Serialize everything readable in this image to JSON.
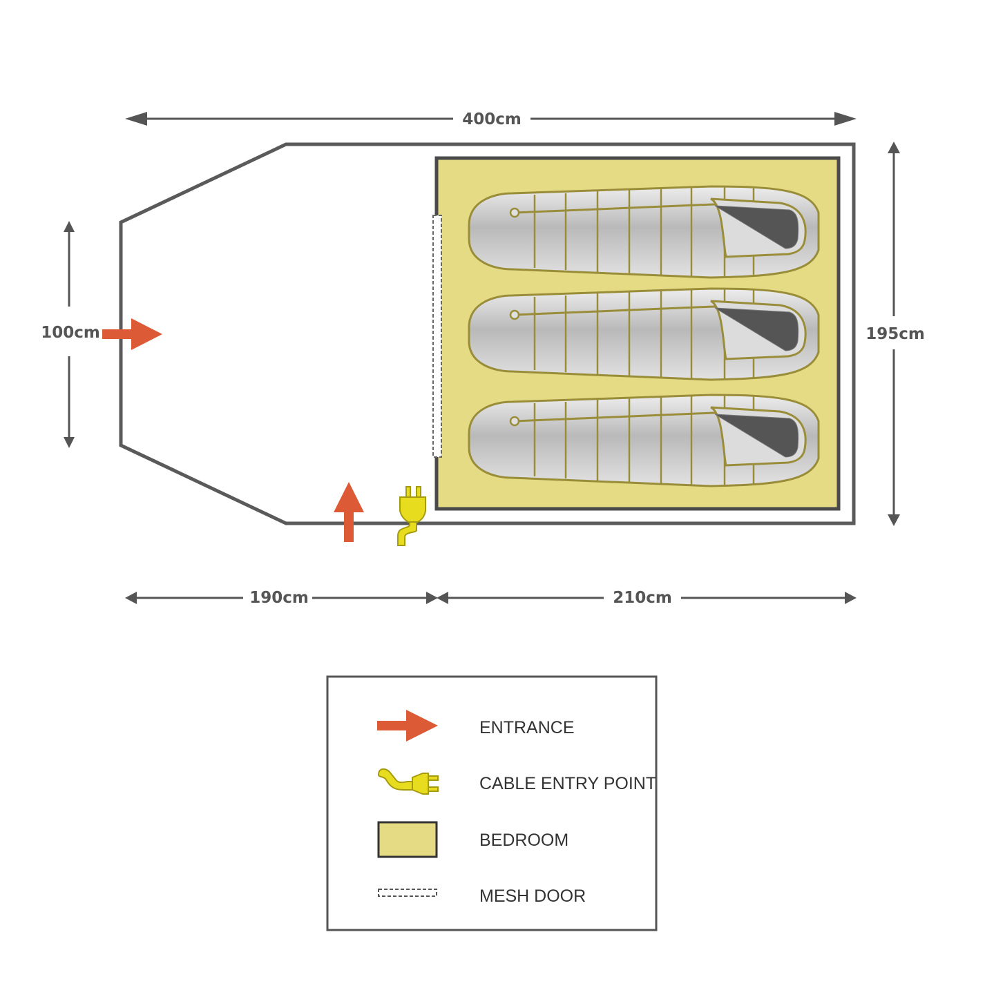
{
  "dimensions": {
    "total_length": "400cm",
    "porch_length": "190cm",
    "bedroom_length": "210cm",
    "width": "195cm",
    "front_width": "100cm"
  },
  "legend": {
    "entrance": "ENTRANCE",
    "cable_entry": "CABLE ENTRY POINT",
    "bedroom": "BEDROOM",
    "mesh_door": "MESH DOOR"
  },
  "colors": {
    "outline": "#5a5a5a",
    "bedroom_fill": "#e6db85",
    "entrance_arrow": "#dd5a36",
    "cable_icon": "#e8dc1e",
    "sleeping_bag": "#bdbdbd",
    "hood_opening": "#555555"
  },
  "icons": [
    "entrance-arrow-icon",
    "cable-plug-icon",
    "sleeping-bag-icon"
  ],
  "sleeping_bag_count": 3
}
